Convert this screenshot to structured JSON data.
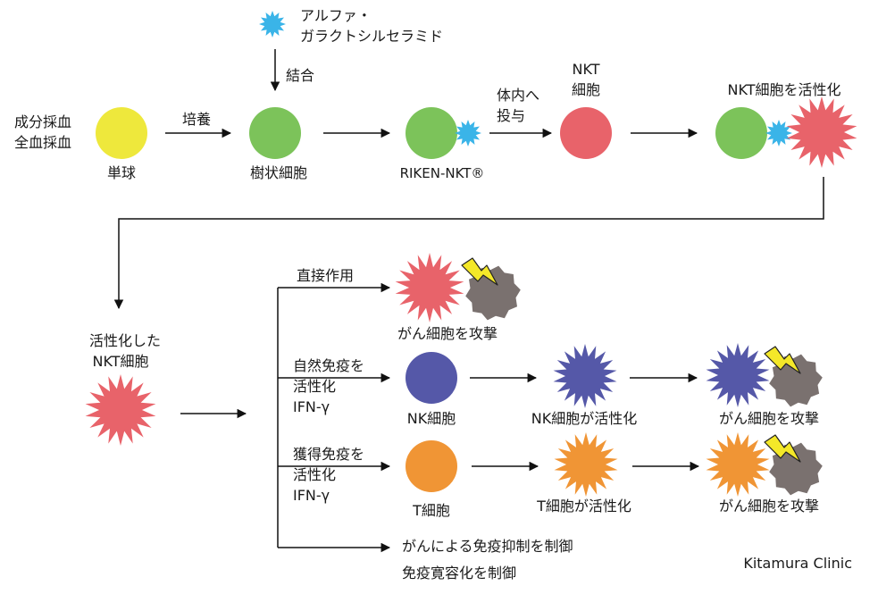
{
  "colors": {
    "yellow": "#EEE83C",
    "green": "#7CC35A",
    "red": "#E8636A",
    "blue": "#5558A8",
    "orange": "#F09535",
    "cyan": "#3AB4E8",
    "gray": "#7A716F",
    "bolt": "#F4E829",
    "line": "#111111"
  },
  "icons": {
    "star": "spiky-star-icon",
    "bolt": "lightning-bolt-icon",
    "cancer": "cancer-cell-icon"
  },
  "labels": {
    "alpha_line1": "アルファ・",
    "alpha_line2": "ガラクトシルセラミド",
    "bind": "結合",
    "blood_line1": "成分採血",
    "blood_line2": "全血採血",
    "monocyte": "単球",
    "culture": "培養",
    "dendritic": "樹状細胞",
    "riken_nkt": "RIKEN-NKT®",
    "admin_line1": "体内へ",
    "admin_line2": "投与",
    "nkt_line1": "NKT",
    "nkt_line2": "細胞",
    "nkt_activate": "NKT細胞を活性化",
    "activated_line1": "活性化した",
    "activated_line2": "NKT細胞",
    "direct_action": "直接作用",
    "attack1": "がん細胞を攻撃",
    "innate_line1": "自然免疫を",
    "innate_line2": "活性化",
    "innate_line3": "IFN-γ",
    "nk_cell": "NK細胞",
    "nk_activated": "NK細胞が活性化",
    "attack2": "がん細胞を攻撃",
    "acquired_line1": "獲得免疫を",
    "acquired_line2": "活性化",
    "acquired_line3": "IFN-γ",
    "t_cell": "T細胞",
    "t_activated": "T細胞が活性化",
    "attack3": "がん細胞を攻撃",
    "suppress_line1": "がんによる免疫抑制を制御",
    "suppress_line2": "免疫寛容化を制御",
    "clinic": "Kitamura Clinic"
  }
}
